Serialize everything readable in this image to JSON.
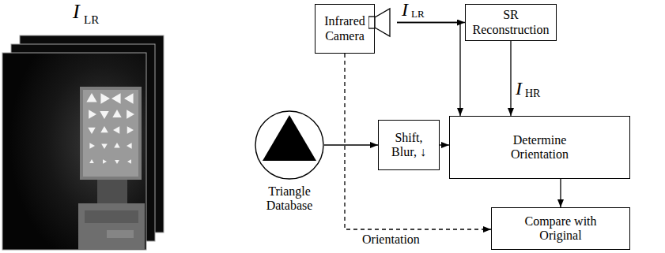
{
  "diagram": {
    "nodes": [
      {
        "text": [
          "Infrared Camera"
        ]
      },
      {
        "text": [
          "SR Reconstruction"
        ]
      },
      {
        "text": [
          "Triangle Database"
        ]
      },
      {
        "text": [
          "Shift, Blur, ↓"
        ]
      },
      {
        "text": [
          "Determine Orientation"
        ]
      },
      {
        "text": [
          "Compare with Original"
        ]
      }
    ],
    "edges": [
      {
        "from": 0,
        "to": 1,
        "arrow": "to"
      },
      {
        "from": 0,
        "to": 4,
        "arrow": "to"
      },
      {
        "from": 1,
        "to": 4,
        "arrow": "to"
      },
      {
        "from": 2,
        "to": 3,
        "arrow": "to"
      },
      {
        "from": 3,
        "to": 4,
        "arrow": "to"
      },
      {
        "from": 4,
        "to": 5,
        "arrow": "to"
      },
      {
        "from": 0,
        "to": 5,
        "arrow": "to",
        "label": "Orientation"
      }
    ],
    "labels": [
      "I",
      "LR",
      "I",
      "LR",
      "I",
      "HR"
    ]
  }
}
